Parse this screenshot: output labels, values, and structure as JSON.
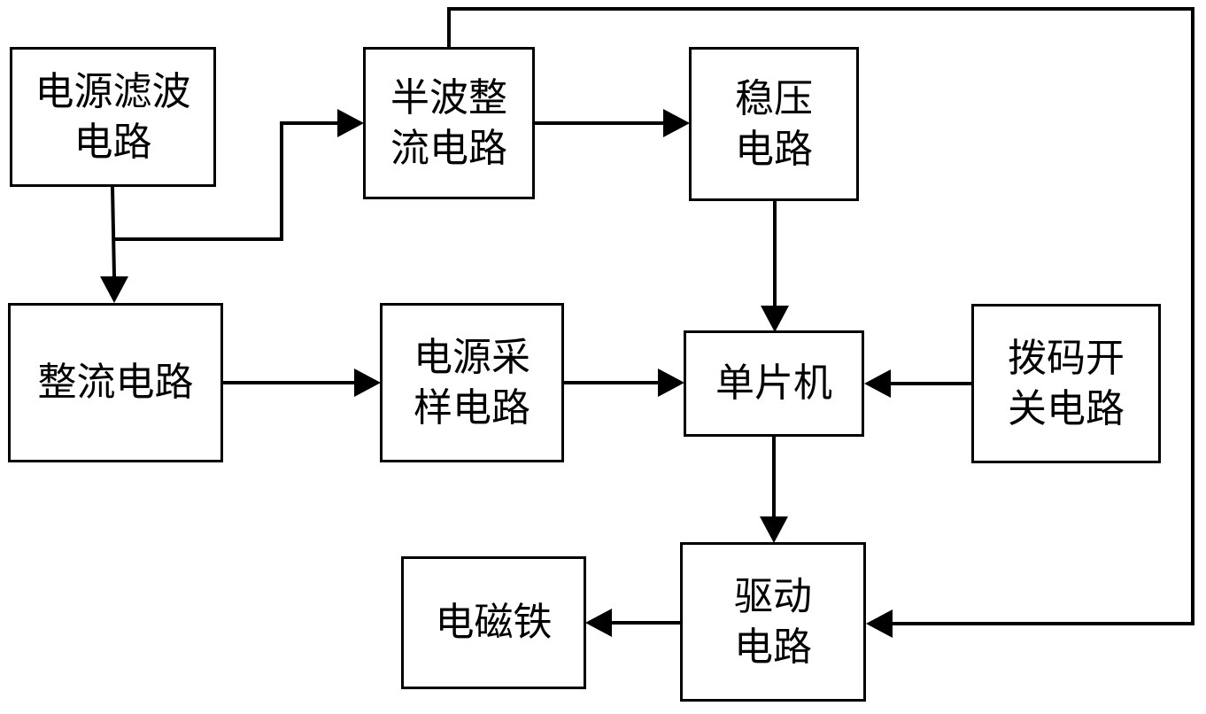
{
  "diagram": {
    "blocks": {
      "power_filter": {
        "line1": "电源滤波",
        "line2": "电路"
      },
      "half_wave_rectifier": {
        "line1": "半波整",
        "line2": "流电路"
      },
      "voltage_regulator": {
        "line1": "稳压",
        "line2": "电路"
      },
      "rectifier": {
        "line1": "整流电路"
      },
      "power_sampling": {
        "line1": "电源采",
        "line2": "样电路"
      },
      "mcu": {
        "line1": "单片机"
      },
      "dip_switch": {
        "line1": "拨码开",
        "line2": "关电路"
      },
      "drive_circuit": {
        "line1": "驱动",
        "line2": "电路"
      },
      "electromagnet": {
        "line1": "电磁铁"
      }
    },
    "colors": {
      "line": "#000000",
      "box_fill": "#ffffff",
      "text": "#000000"
    }
  }
}
